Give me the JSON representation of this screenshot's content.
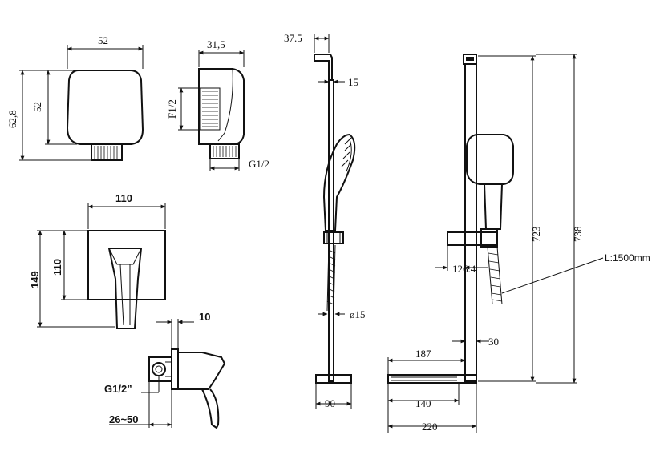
{
  "elbow_front": {
    "width": "52",
    "height": "52",
    "total_height": "62,8"
  },
  "elbow_side": {
    "depth": "31,5",
    "thread_inner": "F1/2",
    "thread_outer": "G1/2"
  },
  "mixer_front": {
    "plate_width": "110",
    "plate_height": "110",
    "total_height": "149"
  },
  "mixer_side": {
    "offset": "10",
    "thread": "G1/2”",
    "wall_depth": "26~50"
  },
  "rail_side": {
    "top_offset": "37.5",
    "bar_width": "15",
    "hose_diameter": "ø15",
    "base_width": "90"
  },
  "rail_front": {
    "height_inner": "723",
    "height_total": "738",
    "holder_reach": "126.4",
    "hose_length": "L:1500mm",
    "bar_offset": "30",
    "shelf_span": "187",
    "shelf_width": "140",
    "base_width": "220"
  }
}
